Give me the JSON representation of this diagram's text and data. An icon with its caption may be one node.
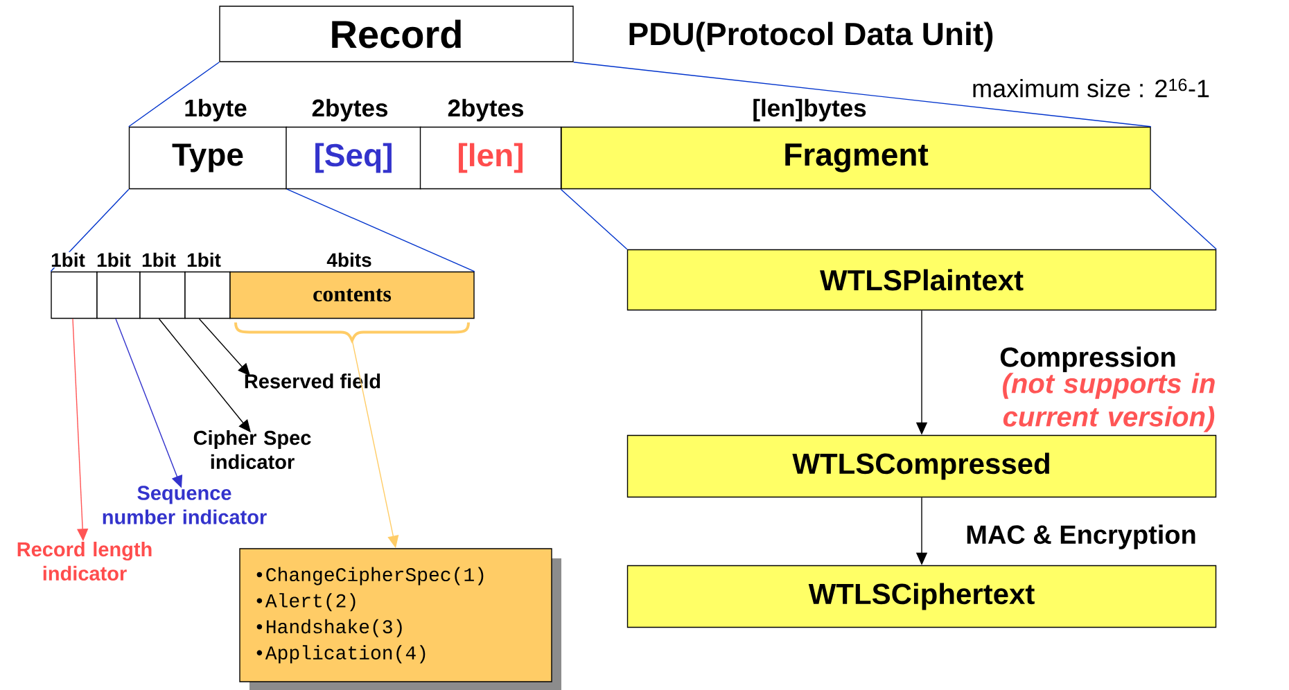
{
  "diagram": {
    "nodes": [
      {
        "text": [
          "Record"
        ]
      },
      {
        "text": [
          "Type"
        ]
      },
      {
        "text": [
          "[Seq]"
        ]
      },
      {
        "text": [
          "[len]"
        ]
      },
      {
        "text": [
          "Fragment"
        ]
      },
      {
        "text": [],
        "shape": "box"
      },
      {
        "text": [],
        "shape": "box"
      },
      {
        "text": [],
        "shape": "box"
      },
      {
        "text": [],
        "shape": "box"
      },
      {
        "text": [
          "contents"
        ]
      },
      {
        "text": [
          "WTLSPlaintext"
        ]
      },
      {
        "text": [
          "WTLSCompressed"
        ]
      },
      {
        "text": [
          "WTLSCiphertext"
        ]
      },
      {
        "text": [
          "Reserved field"
        ]
      },
      {
        "text": [
          "Cipher Spec indicator"
        ]
      },
      {
        "text": [
          "Sequence number indicator"
        ]
      },
      {
        "text": [
          "Record length indicator"
        ]
      },
      {
        "text": [
          "•ChangeCipherSpec(1)",
          "•Alert(2)",
          "•Handshake(3)",
          "•Application(4)"
        ]
      }
    ],
    "edges": [
      {
        "from": 0,
        "to": 1,
        "arrow": "none",
        "color": "#0033cc"
      },
      {
        "from": 0,
        "to": 4,
        "arrow": "none",
        "color": "#0033cc"
      },
      {
        "from": 1,
        "to": 5,
        "arrow": "none",
        "color": "#0033cc"
      },
      {
        "from": 1,
        "to": 9,
        "arrow": "none",
        "color": "#0033cc"
      },
      {
        "from": 4,
        "to": 10,
        "arrow": "none",
        "color": "#0033cc"
      },
      {
        "from": 4,
        "to": 10,
        "arrow": "none",
        "color": "#0033cc"
      },
      {
        "from": 5,
        "to": 16,
        "arrow": "to",
        "color": "#ff5555"
      },
      {
        "from": 6,
        "to": 15,
        "arrow": "to",
        "color": "#3333cc"
      },
      {
        "from": 7,
        "to": 14,
        "arrow": "to",
        "color": "#000000"
      },
      {
        "from": 8,
        "to": 13,
        "arrow": "to",
        "color": "#000000"
      },
      {
        "from": 9,
        "to": 17,
        "arrow": "to",
        "color": "#ffcc66"
      },
      {
        "from": 10,
        "to": 11,
        "arrow": "to",
        "label": "Compression",
        "color": "#000000"
      },
      {
        "from": 11,
        "to": 12,
        "arrow": "to",
        "label": "MAC & Encryption",
        "color": "#000000"
      }
    ],
    "labels": [
      "PDU(Protocol Data Unit)",
      "maximum size : 2$^{16}$-1",
      "1byte",
      "2bytes",
      "2bytes",
      "[len]bytes",
      "1bit",
      "1bit",
      "1bit",
      "1bit",
      "4bits",
      "(not supports in current version)"
    ]
  }
}
